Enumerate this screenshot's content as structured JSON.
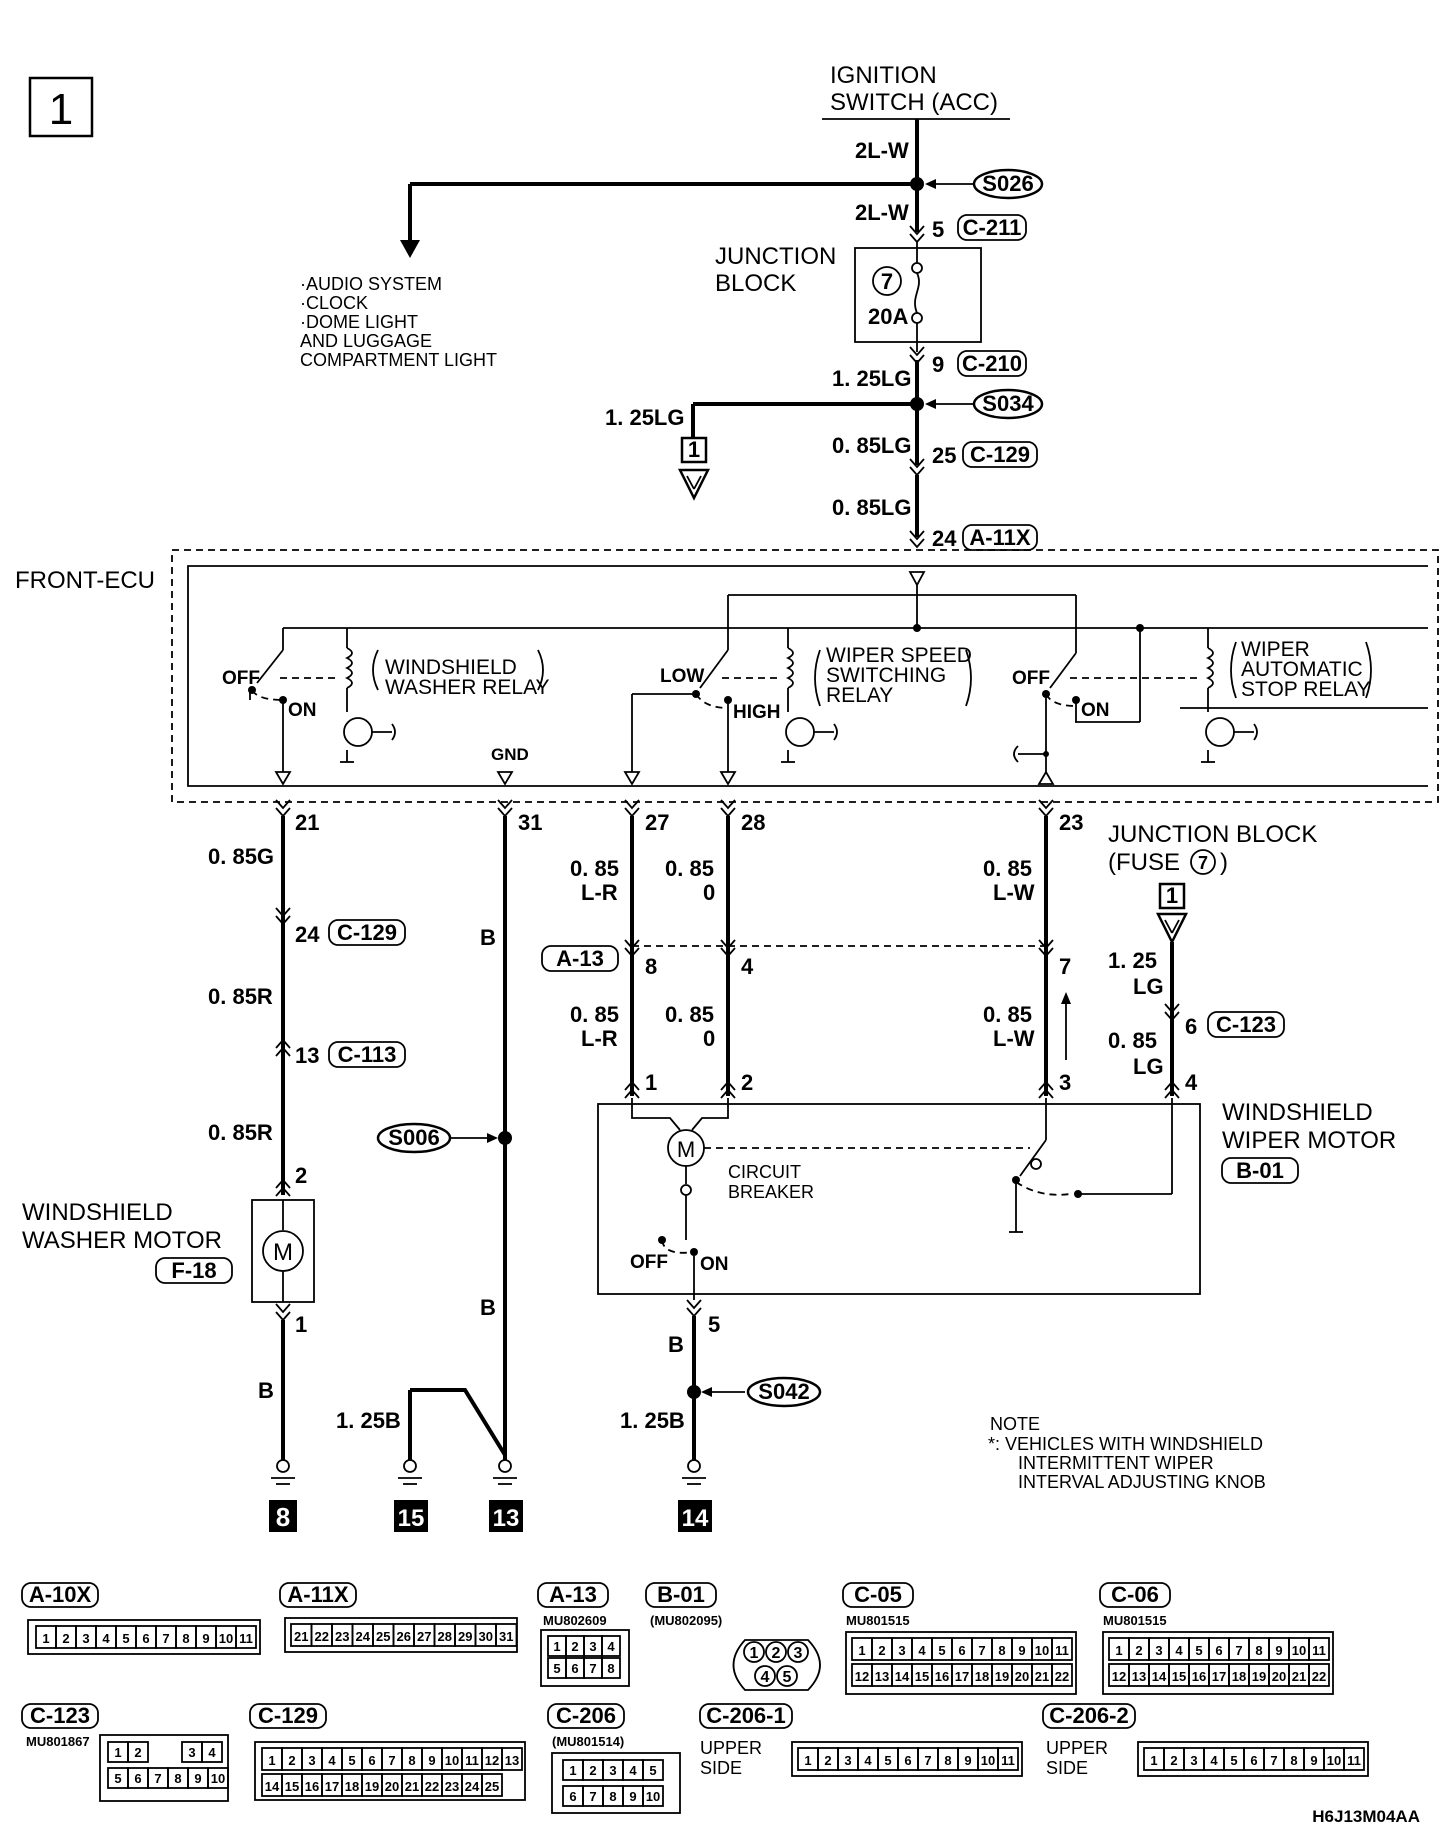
{
  "page": {
    "number": "1",
    "drawing_code": "H6J13M04AA"
  },
  "power": {
    "source": [
      "IGNITION",
      "SWITCH (ACC)"
    ],
    "wire_2lw": "2L-W",
    "wire_125lg": "1. 25LG",
    "wire_085lg": "0. 85LG",
    "splice_s026": "S026",
    "splice_s034": "S034",
    "junction_block": [
      "JUNCTION",
      "BLOCK"
    ],
    "fuse_no": "7",
    "fuse_rating": "20A",
    "pin_5": "5",
    "conn_c211": "C-211",
    "pin_9": "9",
    "conn_c210": "C-210",
    "pin_25": "25",
    "conn_c129": "C-129",
    "pin_24": "24",
    "conn_a11x": "A-11X",
    "branch_wire": "1. 25LG",
    "branch_ref": "1",
    "fed_loads": [
      "·AUDIO SYSTEM",
      "·CLOCK",
      "·DOME LIGHT",
      " AND LUGGAGE",
      " COMPARTMENT LIGHT"
    ]
  },
  "ecu": {
    "label": "FRONT-ECU",
    "washer_relay": [
      "WINDSHIELD",
      "WASHER RELAY"
    ],
    "speed_relay": [
      "WIPER SPEED",
      "SWITCHING",
      "RELAY"
    ],
    "stop_relay": [
      "WIPER",
      "AUTOMATIC",
      "STOP RELAY"
    ],
    "off": "OFF",
    "on": "ON",
    "low": "LOW",
    "high": "HIGH",
    "gnd": "GND"
  },
  "pins": {
    "p21": "21",
    "p31": "31",
    "p27": "27",
    "p28": "28",
    "p23": "23"
  },
  "wires": {
    "w085g": "0. 85G",
    "w085r": "0. 85R",
    "b": "B",
    "w125b": "1. 25B",
    "w085": "0. 85",
    "lr": "L-R",
    "o": "0",
    "lw": "L-W",
    "w125": "1. 25",
    "lg": "LG",
    "w085lg": "0. 85",
    "asterisk": "*"
  },
  "connectors": {
    "c129": "C-129",
    "c113": "C-113",
    "a13": "A-13",
    "c123": "C-123",
    "f18": "F-18",
    "b01": "B-01",
    "p24": "24",
    "p13": "13",
    "p2": "2",
    "p1": "1",
    "a13_8": "8",
    "a13_4": "4",
    "a13_7": "7",
    "m1": "1",
    "m2": "2",
    "m3": "3",
    "m4": "4",
    "m5": "5",
    "c123_6": "6"
  },
  "splices": {
    "s006": "S006",
    "s042": "S042"
  },
  "jb_fuse": [
    "JUNCTION BLOCK",
    "(FUSE",
    ")"
  ],
  "jb_fuse_no": "7",
  "jb_ref": "1",
  "washer_motor": [
    "WINDSHIELD",
    "WASHER MOTOR"
  ],
  "wiper_motor": [
    "WINDSHIELD",
    "WIPER MOTOR"
  ],
  "circuit_breaker": [
    "CIRCUIT",
    "BREAKER"
  ],
  "motor_off": "OFF",
  "motor_on": "ON",
  "grounds": [
    "8",
    "15",
    "13",
    "14"
  ],
  "note": [
    "NOTE",
    "*: VEHICLES WITH WINDSHIELD",
    "INTERMITTENT WIPER",
    "INTERVAL ADJUSTING KNOB"
  ],
  "legend": {
    "a10x": {
      "name": "A-10X",
      "cells": [
        "1",
        "2",
        "3",
        "4",
        "5",
        "6",
        "7",
        "8",
        "9",
        "10",
        "11"
      ]
    },
    "a11x": {
      "name": "A-11X",
      "cells": [
        "21",
        "22",
        "23",
        "24",
        "25",
        "26",
        "27",
        "28",
        "29",
        "30",
        "31"
      ]
    },
    "a13": {
      "name": "A-13",
      "part": "MU802609",
      "cells": [
        "1",
        "2",
        "3",
        "4",
        "5",
        "6",
        "7",
        "8"
      ]
    },
    "b01": {
      "name": "B-01",
      "part": "(MU802095)",
      "cells": [
        "1",
        "2",
        "3",
        "4",
        "5"
      ]
    },
    "c05": {
      "name": "C-05",
      "part": "MU801515",
      "row1": [
        "1",
        "2",
        "3",
        "4",
        "5",
        "6",
        "7",
        "8",
        "9",
        "10",
        "11"
      ],
      "row2": [
        "12",
        "13",
        "14",
        "15",
        "16",
        "17",
        "18",
        "19",
        "20",
        "21",
        "22"
      ]
    },
    "c06": {
      "name": "C-06",
      "part": "MU801515",
      "row1": [
        "1",
        "2",
        "3",
        "4",
        "5",
        "6",
        "7",
        "8",
        "9",
        "10",
        "11"
      ],
      "row2": [
        "12",
        "13",
        "14",
        "15",
        "16",
        "17",
        "18",
        "19",
        "20",
        "21",
        "22"
      ]
    },
    "c123": {
      "name": "C-123",
      "part": "MU801867",
      "row1": [
        "1",
        "2",
        "3",
        "4"
      ],
      "row2": [
        "5",
        "6",
        "7",
        "8",
        "9",
        "10"
      ]
    },
    "c129": {
      "name": "C-129",
      "row1": [
        "1",
        "2",
        "3",
        "4",
        "5",
        "6",
        "7",
        "8",
        "9",
        "10",
        "11",
        "12",
        "13"
      ],
      "row2": [
        "14",
        "15",
        "16",
        "17",
        "18",
        "19",
        "20",
        "21",
        "22",
        "23",
        "24",
        "25"
      ]
    },
    "c206": {
      "name": "C-206",
      "part": "(MU801514)",
      "row1": [
        "1",
        "2",
        "3",
        "4",
        "5"
      ],
      "row2": [
        "6",
        "7",
        "8",
        "9",
        "10"
      ]
    },
    "c2061": {
      "name": "C-206-1",
      "side": [
        "UPPER",
        "SIDE"
      ],
      "cells": [
        "1",
        "2",
        "3",
        "4",
        "5",
        "6",
        "7",
        "8",
        "9",
        "10",
        "11"
      ]
    },
    "c2062": {
      "name": "C-206-2",
      "side": [
        "UPPER",
        "SIDE"
      ],
      "cells": [
        "1",
        "2",
        "3",
        "4",
        "5",
        "6",
        "7",
        "8",
        "9",
        "10",
        "11"
      ]
    }
  }
}
